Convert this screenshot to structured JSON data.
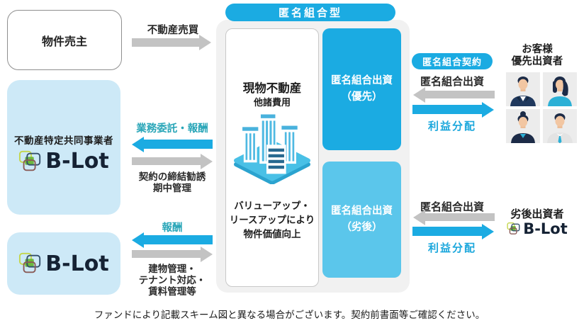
{
  "palette": {
    "cyan": "#1BABE2",
    "cyan_light": "#5BC6EB",
    "panel_gray": "#F1F1F1",
    "box_light_blue": "#CDE9F7",
    "arrow_gray": "#C3C3C3",
    "teal_label": "#2AA6B8",
    "profit_label": "#1BA7DC"
  },
  "left_column": {
    "seller_label": "物件売主",
    "operator_title": "不動産特定共同事業者",
    "operator_logo": "B-Lot",
    "manager_logo": "B-Lot"
  },
  "flow_sale": {
    "label": "不動産売買"
  },
  "flow_outsourcing": {
    "label": "業務委託・報酬",
    "sub1": "契約の締結勧誘",
    "sub2": "期中管理"
  },
  "flow_fee": {
    "label": "報酬",
    "sub1": "建物管理・",
    "sub2": "テナント対応・",
    "sub3": "賃料管理等"
  },
  "center": {
    "header": "匿名組合型",
    "asset_title": "現物不動産",
    "asset_subtitle": "他諸費用",
    "asset_note1": "バリューアップ・",
    "asset_note2": "リースアップにより",
    "asset_note3": "物件価値向上",
    "senior_line1": "匿名組合出資",
    "senior_line2": "（優先）",
    "junior_line1": "匿名組合出資",
    "junior_line2": "（劣後）"
  },
  "right_top": {
    "pill": "匿名組合契約",
    "investment": "匿名組合出資",
    "profit": "利益分配",
    "investor_line1": "お客様",
    "investor_line2": "優先出資者"
  },
  "right_bottom": {
    "investment": "匿名組合出資",
    "profit": "利益分配",
    "investor_title": "劣後出資者",
    "logo": "B-Lot"
  },
  "footer": {
    "caption": "ファンドにより記載スキーム図と異なる場合がございます。契約前書面等ご確認ください。"
  }
}
